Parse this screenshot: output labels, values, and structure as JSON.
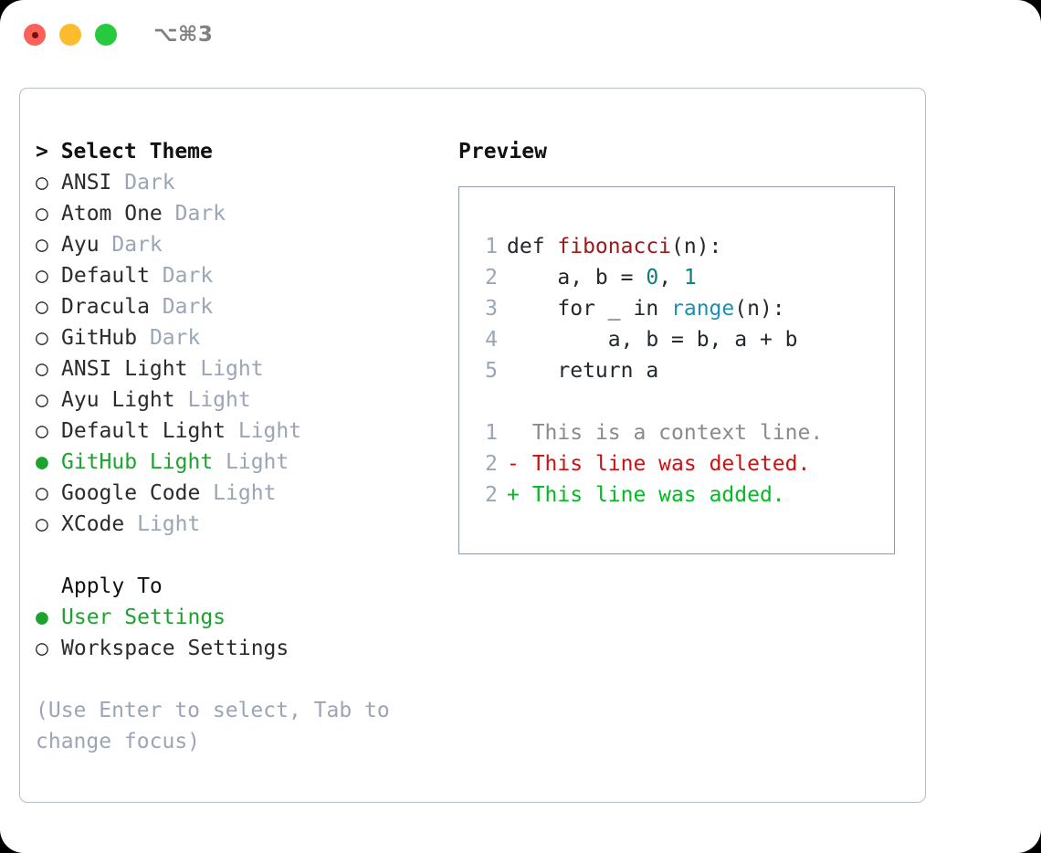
{
  "window": {
    "shortcut": "⌥⌘3",
    "traffic_lights": [
      "close",
      "minimize",
      "maximize"
    ],
    "background": "#ffffff",
    "accent_green": "#1ca32e",
    "muted_gray": "#9aa5b5"
  },
  "theme_selector": {
    "header": "> Select Theme",
    "marker_unselected": "○",
    "marker_selected": "●",
    "options": [
      {
        "name": "ANSI",
        "category": "Dark",
        "selected": false
      },
      {
        "name": "Atom One",
        "category": "Dark",
        "selected": false
      },
      {
        "name": "Ayu",
        "category": "Dark",
        "selected": false
      },
      {
        "name": "Default",
        "category": "Dark",
        "selected": false
      },
      {
        "name": "Dracula",
        "category": "Dark",
        "selected": false
      },
      {
        "name": "GitHub",
        "category": "Dark",
        "selected": false
      },
      {
        "name": "ANSI Light",
        "category": "Light",
        "selected": false
      },
      {
        "name": "Ayu Light",
        "category": "Light",
        "selected": false
      },
      {
        "name": "Default Light",
        "category": "Light",
        "selected": false
      },
      {
        "name": "GitHub Light",
        "category": "Light",
        "selected": true
      },
      {
        "name": "Google Code",
        "category": "Light",
        "selected": false
      },
      {
        "name": "XCode",
        "category": "Light",
        "selected": false
      }
    ]
  },
  "apply_to": {
    "label": "Apply To",
    "options": [
      {
        "name": "User Settings",
        "selected": true
      },
      {
        "name": "Workspace Settings",
        "selected": false
      }
    ]
  },
  "hint": "(Use Enter to select, Tab to change focus)",
  "preview": {
    "title": "Preview",
    "code_lines": [
      {
        "no": "1",
        "tokens": [
          {
            "t": "def ",
            "c": "plain"
          },
          {
            "t": "fibonacci",
            "c": "fn"
          },
          {
            "t": "(n):",
            "c": "plain"
          }
        ]
      },
      {
        "no": "2",
        "tokens": [
          {
            "t": "    a, b = ",
            "c": "plain"
          },
          {
            "t": "0",
            "c": "num"
          },
          {
            "t": ", ",
            "c": "plain"
          },
          {
            "t": "1",
            "c": "num"
          }
        ]
      },
      {
        "no": "3",
        "tokens": [
          {
            "t": "    for _ in ",
            "c": "plain"
          },
          {
            "t": "range",
            "c": "call"
          },
          {
            "t": "(n):",
            "c": "plain"
          }
        ]
      },
      {
        "no": "4",
        "tokens": [
          {
            "t": "        a, b = b, a + b",
            "c": "plain"
          }
        ]
      },
      {
        "no": "5",
        "tokens": [
          {
            "t": "    return a",
            "c": "plain"
          }
        ]
      }
    ],
    "diff_lines": [
      {
        "no": "1",
        "marker": " ",
        "text": "This is a context line.",
        "kind": "ctx"
      },
      {
        "no": "2",
        "marker": "-",
        "text": "This line was deleted.",
        "kind": "del"
      },
      {
        "no": "2",
        "marker": "+",
        "text": "This line was added.",
        "kind": "add"
      }
    ]
  },
  "colors": {
    "fn": "#a01919",
    "num": "#0d7d7d",
    "call": "#1a8fb8",
    "diff_del": "#cc1111",
    "diff_add": "#00bb22",
    "diff_ctx": "#8a8a8a",
    "lineno": "#9aa5b5"
  }
}
